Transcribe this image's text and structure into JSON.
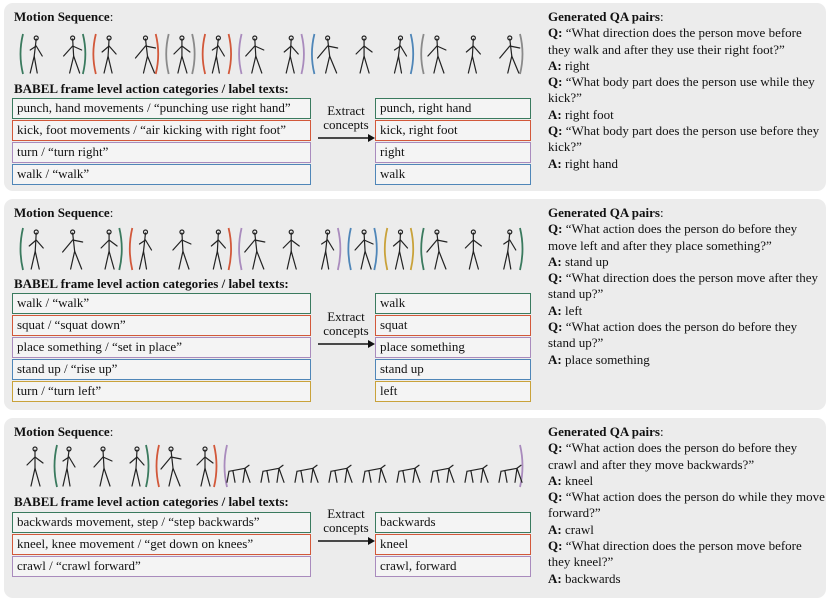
{
  "colors": {
    "green": "#3a7a5e",
    "red": "#d2583a",
    "purple": "#a98bbd",
    "blue": "#4f86b8",
    "gold": "#c9a23a",
    "gray": "#8a8a8a"
  },
  "panels": [
    {
      "motion_label": "Motion Sequence",
      "babel_label": "BABEL frame level action categories / label texts:",
      "extract_label": [
        "Extract",
        "concepts"
      ],
      "qa_title": "Generated QA pairs",
      "labels": [
        {
          "text": "punch, hand movements / “punching use right hand”",
          "concept": "punch, right hand",
          "color": "green"
        },
        {
          "text": "kick, foot movements / “air kicking with right foot”",
          "concept": "kick, right foot",
          "color": "red"
        },
        {
          "text": "turn / “turn right”",
          "concept": "right",
          "color": "purple"
        },
        {
          "text": "walk / “walk”",
          "concept": "walk",
          "color": "blue"
        }
      ],
      "qa": [
        {
          "q": "“What direction does the person move before they walk and after they use their right foot?”",
          "a": "right"
        },
        {
          "q": "“What body part does the person use while they kick?”",
          "a": "right foot"
        },
        {
          "q": "“What body part does the person use before they kick?”",
          "a": "right hand"
        }
      ],
      "groups": [
        {
          "color": "green",
          "count": 2
        },
        {
          "color": "red",
          "count": 2
        },
        {
          "color": "gray",
          "count": 1
        },
        {
          "color": "red",
          "count": 1
        },
        {
          "color": "purple",
          "count": 2
        },
        {
          "color": "blue",
          "count": 3
        },
        {
          "color": "gray",
          "count": 3
        }
      ]
    },
    {
      "motion_label": "Motion Sequence",
      "babel_label": "BABEL frame level action categories / label texts:",
      "extract_label": [
        "Extract",
        "concepts"
      ],
      "qa_title": "Generated QA pairs",
      "labels": [
        {
          "text": "walk / “walk”",
          "concept": "walk",
          "color": "green"
        },
        {
          "text": "squat / “squat down”",
          "concept": "squat",
          "color": "red"
        },
        {
          "text": "place something / “set in place”",
          "concept": "place something",
          "color": "purple"
        },
        {
          "text": "stand up / “rise up”",
          "concept": "stand up",
          "color": "blue"
        },
        {
          "text": "turn / “turn left”",
          "concept": "left",
          "color": "gold"
        }
      ],
      "qa": [
        {
          "q": "“What action does the person do before they move left and after they place something?”",
          "a": "stand up"
        },
        {
          "q": "“What direction does the person move after they stand up?”",
          "a": "left"
        },
        {
          "q": "“What action does the person do before they stand up?”",
          "a": "place something"
        }
      ],
      "groups": [
        {
          "color": "green",
          "count": 3
        },
        {
          "color": "red",
          "count": 3
        },
        {
          "color": "purple",
          "count": 3
        },
        {
          "color": "blue",
          "count": 1
        },
        {
          "color": "gold",
          "count": 1
        },
        {
          "color": "green",
          "count": 3
        }
      ]
    },
    {
      "motion_label": "Motion Sequence",
      "babel_label": "BABEL frame level action categories / label texts:",
      "extract_label": [
        "Extract",
        "concepts"
      ],
      "qa_title": "Generated QA pairs",
      "labels": [
        {
          "text": "backwards movement, step / “step backwards”",
          "concept": "backwards",
          "color": "green"
        },
        {
          "text": "kneel, knee movement / “get down on knees”",
          "concept": "kneel",
          "color": "red"
        },
        {
          "text": "crawl / “crawl forward”",
          "concept": "crawl, forward",
          "color": "purple"
        }
      ],
      "qa": [
        {
          "q": "“What action does the person do before they crawl and after they move backwards?”",
          "a": "kneel"
        },
        {
          "q": "“What action does the person do while they move forward?”",
          "a": "crawl"
        },
        {
          "q": "“What direction does the person move before they kneel?”",
          "a": "backwards"
        }
      ],
      "groups": [
        {
          "color": "none",
          "count": 1
        },
        {
          "color": "green",
          "count": 3
        },
        {
          "color": "red",
          "count": 2
        },
        {
          "color": "purple",
          "count": 9
        }
      ]
    }
  ]
}
